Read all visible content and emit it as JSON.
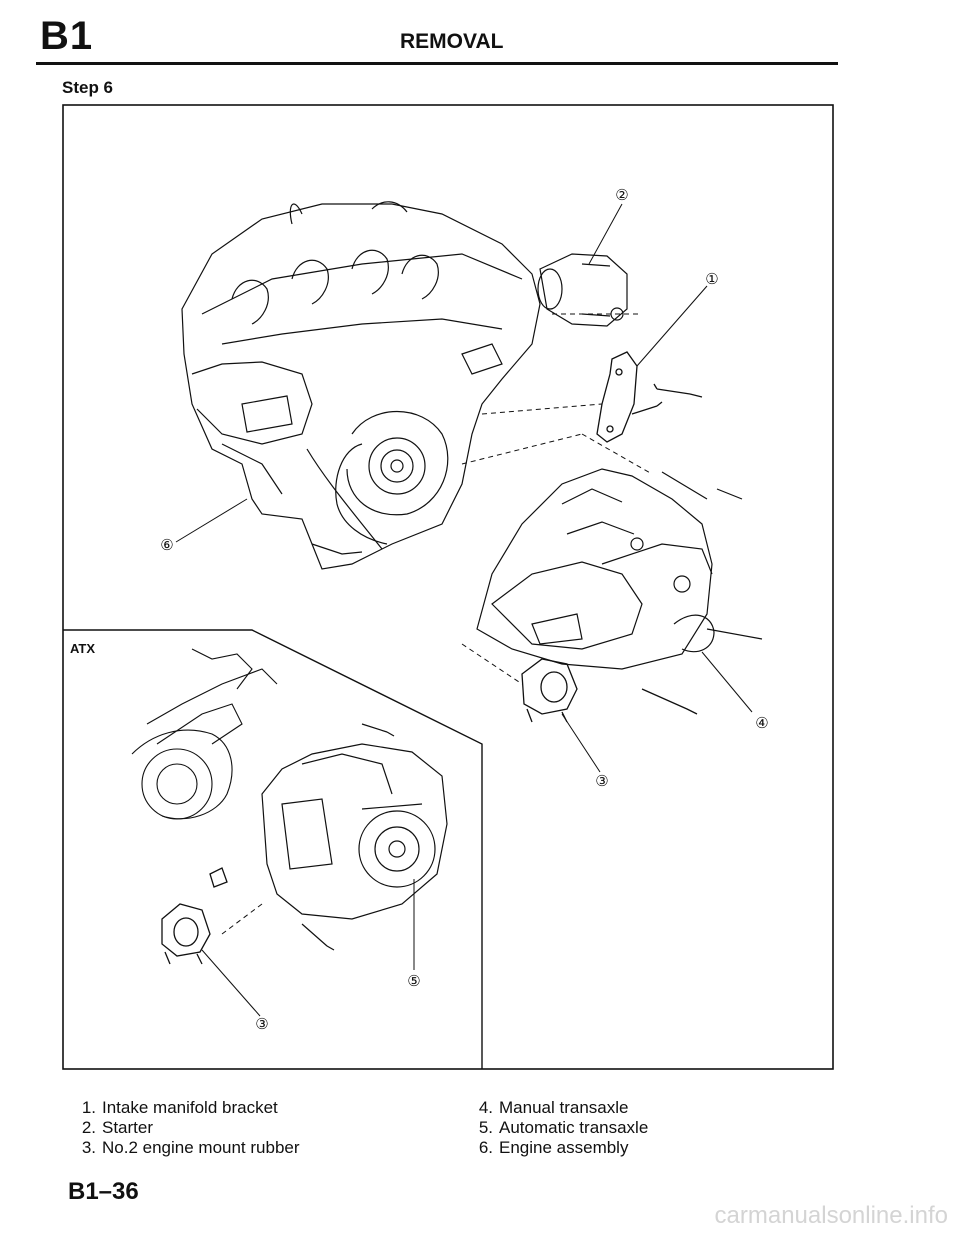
{
  "header": {
    "section_code": "B1",
    "title": "REMOVAL"
  },
  "step": "Step 6",
  "figure": {
    "atx_label": "ATX",
    "callouts": {
      "c1": "①",
      "c2": "②",
      "c3a": "③",
      "c3b": "③",
      "c4": "④",
      "c5": "⑤",
      "c6": "⑥"
    }
  },
  "legend": {
    "left": [
      {
        "num": "1.",
        "text": "Intake manifold bracket"
      },
      {
        "num": "2.",
        "text": "Starter"
      },
      {
        "num": "3.",
        "text": "No.2 engine mount rubber"
      }
    ],
    "right": [
      {
        "num": "4.",
        "text": "Manual transaxle"
      },
      {
        "num": "5.",
        "text": "Automatic transaxle"
      },
      {
        "num": "6.",
        "text": "Engine assembly"
      }
    ]
  },
  "footer": {
    "page_code": "B1–36"
  },
  "watermark": "carmanualsonline.info"
}
